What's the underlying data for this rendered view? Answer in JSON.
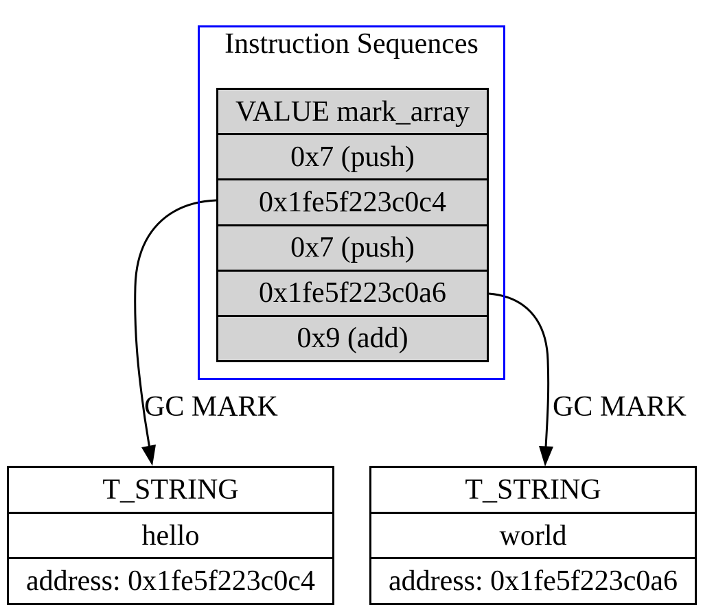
{
  "diagram": {
    "cluster": {
      "title": "Instruction Sequences",
      "rows": [
        "VALUE mark_array",
        "0x7 (push)",
        "0x1fe5f223c0c4",
        "0x7 (push)",
        "0x1fe5f223c0a6",
        "0x9 (add)"
      ]
    },
    "edges": [
      {
        "label": "GC MARK",
        "from": "0x1fe5f223c0c4",
        "to": "hello"
      },
      {
        "label": "GC MARK",
        "from": "0x1fe5f223c0a6",
        "to": "world"
      }
    ],
    "nodes": [
      {
        "rows": [
          "T_STRING",
          "hello",
          "address: 0x1fe5f223c0c4"
        ]
      },
      {
        "rows": [
          "T_STRING",
          "world",
          "address: 0x1fe5f223c0a6"
        ]
      }
    ],
    "colors": {
      "cluster_border": "#0000ff",
      "cell_fill": "#d3d3d3",
      "node_fill": "#ffffff",
      "line": "#000000",
      "background": "#ffffff"
    }
  }
}
